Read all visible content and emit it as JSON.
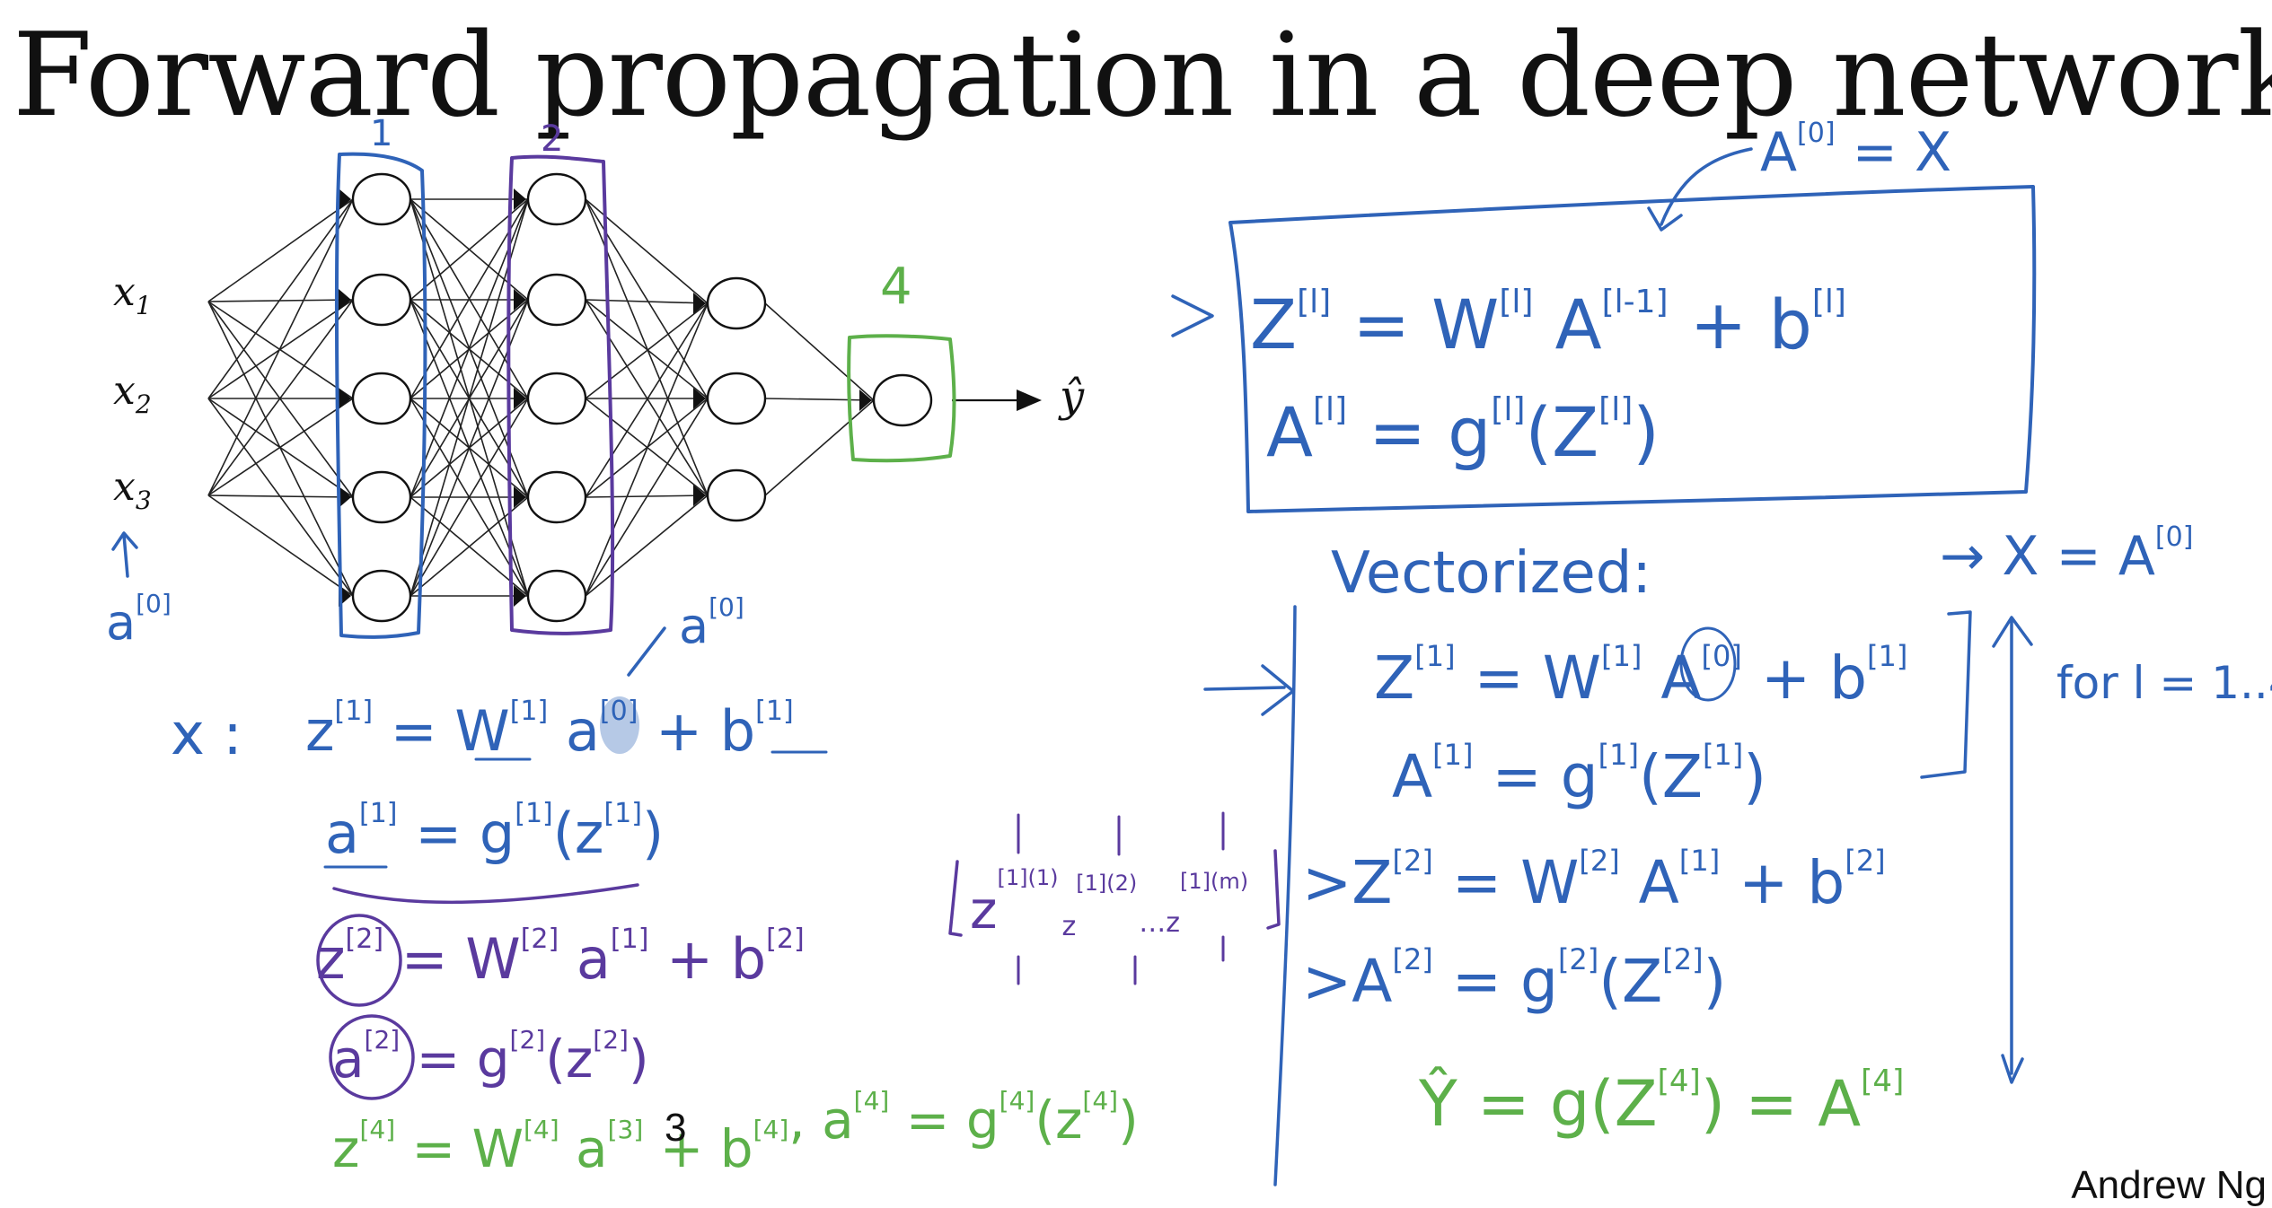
{
  "slide": {
    "title": "Forward propagation in a deep network",
    "page_number": "3",
    "author": "Andrew Ng"
  },
  "network": {
    "inputs": [
      "x1",
      "x2",
      "x3"
    ],
    "output_label": "ŷ",
    "layer_sizes": [
      3,
      5,
      5,
      3,
      1
    ]
  },
  "colors": {
    "blue": "#2f63b8",
    "purple": "#5a3a9e",
    "green": "#5db04a",
    "black": "#111111"
  }
}
